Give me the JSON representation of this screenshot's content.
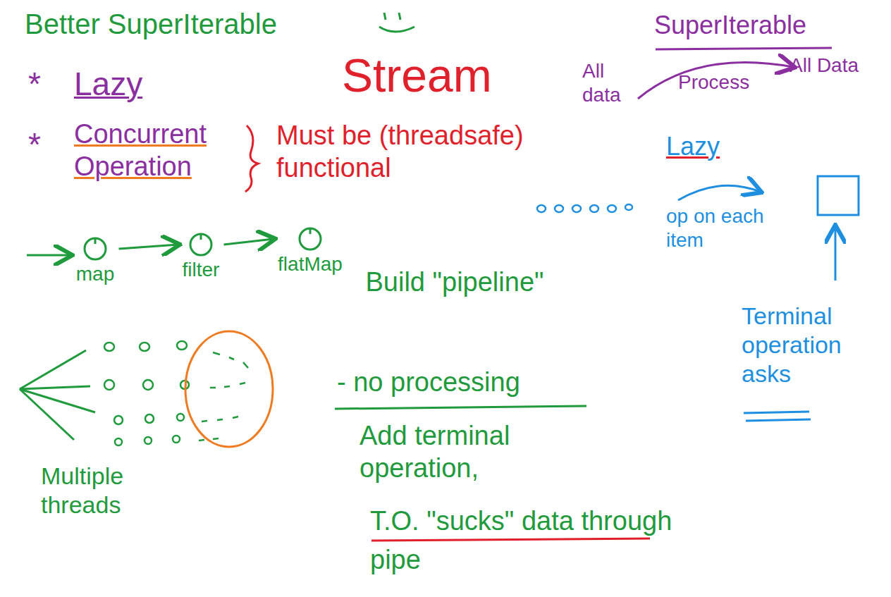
{
  "diagram": {
    "title": "Better SuperIterable",
    "nodes": [
      {
        "text": [
          "map"
        ]
      },
      {
        "text": [
          "filter"
        ]
      },
      {
        "text": [
          "flatMap"
        ]
      }
    ],
    "edges": [
      {
        "from": 0,
        "to": 1,
        "arrow": "to"
      },
      {
        "from": 1,
        "to": 2,
        "arrow": "to"
      }
    ],
    "labels": [
      "*",
      "Lazy",
      "*",
      "Concurrent Operation",
      "Stream",
      "Must be (threadsafe) functional",
      "SuperIterable",
      "All data",
      "Process",
      "All Data",
      "Lazy",
      "op on each item",
      "Terminal operation asks",
      "Multiple threads",
      "Build \"pipeline\"",
      "- no processing",
      "Add terminal operation,",
      "T.O. \"sucks\" data through pipe"
    ]
  }
}
